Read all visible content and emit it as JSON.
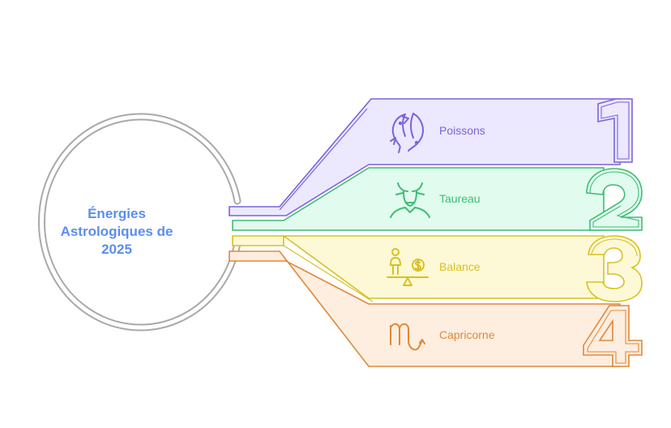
{
  "center": {
    "lines": [
      "Énergies",
      "Astrologiques de",
      "2025"
    ],
    "color": "#5b8def"
  },
  "items": [
    {
      "number": "1",
      "label": "Poissons",
      "icon": "fish-icon",
      "color": "#7c62e0",
      "fill": "#ece8fd"
    },
    {
      "number": "2",
      "label": "Taureau",
      "icon": "bull-icon",
      "color": "#3dbd74",
      "fill": "#e1fbee"
    },
    {
      "number": "3",
      "label": "Balance",
      "icon": "scale-icon",
      "color": "#d9c021",
      "fill": "#fdf9d6"
    },
    {
      "number": "4",
      "label": "Capricorne",
      "icon": "capricorn-icon",
      "color": "#e0883a",
      "fill": "#fdeedf"
    }
  ]
}
